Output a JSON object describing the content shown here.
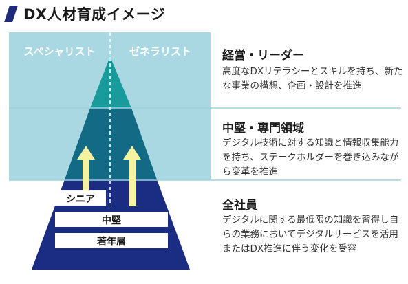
{
  "heading": {
    "title": "DX人材育成イメージ"
  },
  "columns": {
    "left": "スペシャリスト",
    "right": "ゼネラリスト"
  },
  "levels": [
    {
      "title": "経営・リーダー",
      "description": "高度なDXリテラシーとスキルを持ち、新たな事業の構想、企画・設計を推進"
    },
    {
      "title": "中堅・専門領域",
      "description": "デジタル技術に対する知識と情報収集能力を持ち、ステークホルダーを巻き込みながら変革を推進"
    },
    {
      "title": "全社員",
      "description": "デジタルに関する最低限の知識を習得し自らの業務においてデジタルサービスを活用またはDX推進に伴う変化を受容"
    }
  ],
  "tiers": {
    "senior": "シニア",
    "mid": "中堅",
    "junior": "若年層"
  },
  "colors": {
    "accent": "#1f2a78",
    "panel": "#a9d8e2",
    "pyramid_top": "#1a9b9b",
    "pyramid_mid": "#136a84",
    "pyramid_base": "#1b2d82",
    "arrow": "#f5f2a2"
  }
}
